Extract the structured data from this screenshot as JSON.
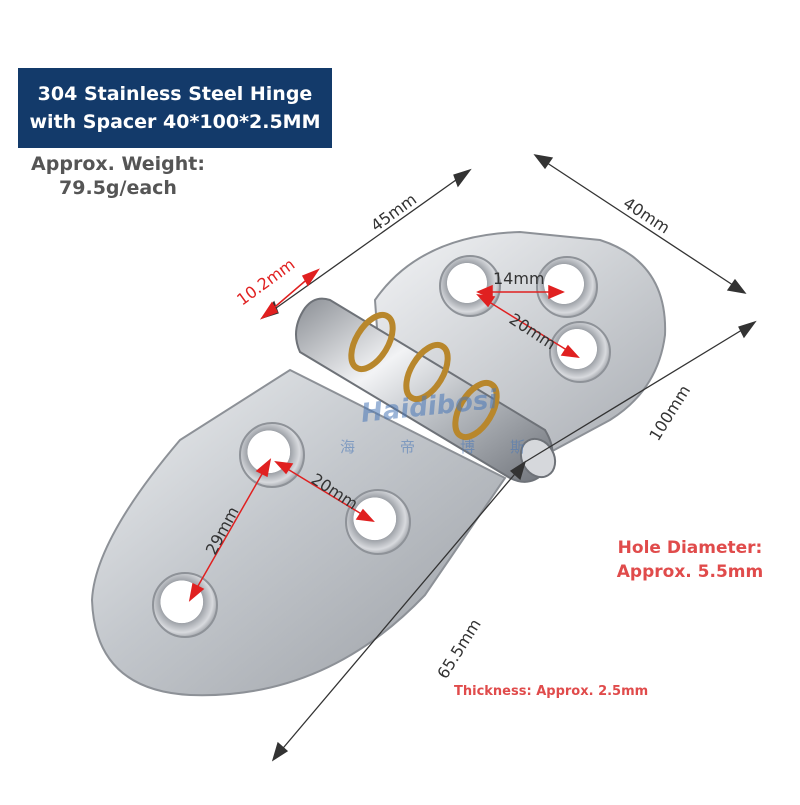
{
  "title": {
    "line1": "304 Stainless Steel Hinge",
    "line2": "with Spacer 40*100*2.5MM"
  },
  "weight": {
    "line1": "Approx. Weight:",
    "line2": "79.5g/each"
  },
  "hole_diameter": {
    "line1": "Hole Diameter:",
    "line2": "Approx. 5.5mm"
  },
  "thickness": "Thickness: Approx. 2.5mm",
  "dimensions": {
    "width_top": "45mm",
    "width_right": "40mm",
    "length": "100mm",
    "bottom_length": "65.5mm",
    "knuckle": "10.2mm",
    "hole_spacing_a": "14mm",
    "hole_spacing_b": "20mm",
    "hole_spacing_c": "20mm",
    "hole_spacing_d": "29mm"
  },
  "watermark": {
    "latin": "Haidibosi",
    "chinese": [
      "海",
      "帝",
      "博",
      "斯"
    ]
  },
  "colors": {
    "title_bg": "#133a6a",
    "accent_red": "#e04b4b",
    "metal": "#c9ccd0",
    "brass": "#b8872c"
  }
}
